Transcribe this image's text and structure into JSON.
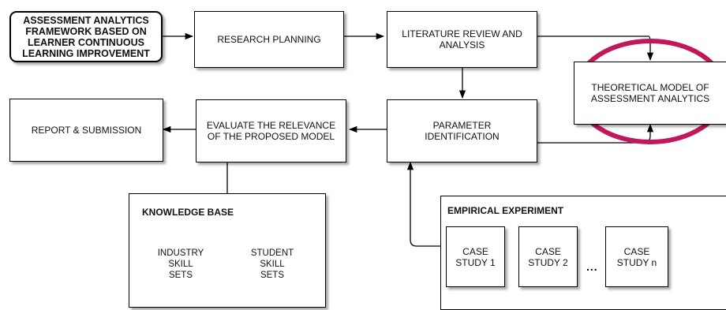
{
  "nodes": {
    "framework": "ASSESSMENT ANALYTICS\nFRAMEWORK BASED ON\nLEARNER CONTINUOUS\nLEARNING IMPROVEMENT",
    "research_planning": "RESEARCH PLANNING",
    "literature_review": "LITERATURE REVIEW AND\nANALYSIS",
    "theoretical_model": "THEORETICAL MODEL OF\nASSESSMENT ANALYTICS",
    "report": "REPORT & SUBMISSION",
    "evaluate": "EVALUATE THE RELEVANCE\nOF THE PROPOSED MODEL",
    "parameter": "PARAMETER\nIDENTIFICATION",
    "knowledge_base": "KNOWLEDGE BASE",
    "industry_skill": "INDUSTRY\nSKILL\nSETS",
    "student_skill": "STUDENT\nSKILL\nSETS",
    "empirical": "EMPIRICAL EXPERIMENT",
    "case1": "CASE\nSTUDY 1",
    "case2": "CASE\nSTUDY 2",
    "casen": "CASE\nSTUDY n",
    "ellipsis": "..."
  },
  "colors": {
    "highlight": "#C2185B",
    "stroke": "#000000"
  }
}
